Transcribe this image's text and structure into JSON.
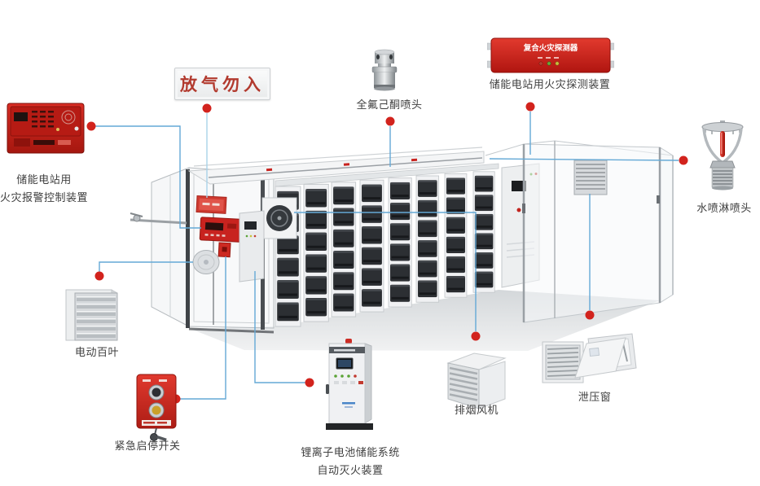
{
  "diagram": {
    "warning_sign": {
      "text": "放气勿入"
    },
    "detector_device_text": "复合火灾探测器",
    "labels": {
      "fire_alarm_panel_line1": "储能电站用",
      "fire_alarm_panel_line2": "火灾报警控制装置",
      "nozzle": "全氟己酮喷头",
      "fire_detector": "储能电站用火灾探测装置",
      "sprinkler": "水喷淋喷头",
      "electric_louver": "电动百叶",
      "emergency_switch": "紧急启停开关",
      "suppression_system_line1": "锂离子电池储能系统",
      "suppression_system_line2": "自动灭火装置",
      "exhaust_fan": "排烟风机",
      "pressure_relief_window": "泄压窗"
    },
    "colors": {
      "accent_red": "#c8231f",
      "connector_dot": "#d2231d",
      "connector_line": "#64a9d6",
      "label_text": "#3f3f3f"
    }
  }
}
